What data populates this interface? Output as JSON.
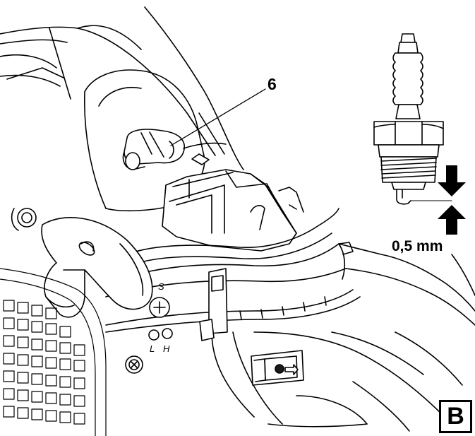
{
  "callouts": {
    "part_number": "6",
    "electrode_gap": "0,5 mm",
    "valve_s": "S",
    "valve_l": "L",
    "valve_h": "H"
  },
  "figure_label": "B",
  "colors": {
    "ink": "#000000",
    "paper": "#ffffff",
    "shade": "#1a1a1a"
  }
}
